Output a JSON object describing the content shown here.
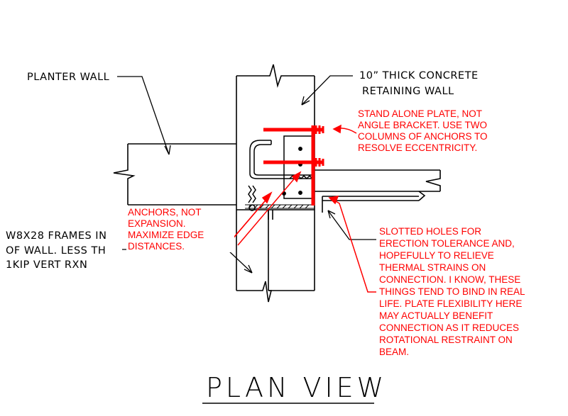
{
  "labels": {
    "planter_wall": "PLANTER WALL",
    "retaining_wall": [
      "10” THICK CONCRETE",
      "RETAINING WALL"
    ],
    "w8x28_note": [
      "W8X28 FRAMES IN",
      "OF WALL. LESS TH",
      "1KIP VERT RXN"
    ]
  },
  "notes": {
    "plate": [
      "STAND ALONE PLATE, NOT",
      "ANGLE BRACKET.  USE TWO",
      "COLUMNS OF ANCHORS TO",
      "RESOLVE ECCENTRICITY."
    ],
    "anchors": [
      "ANCHORS, NOT",
      "EXPANSION.",
      "MAXIMIZE EDGE",
      "DISTANCES."
    ],
    "slotted": [
      "SLOTTED HOLES FOR",
      "ERECTION TOLERANCE AND,",
      "HOPEFULLY TO RELIEVE",
      "THERMAL STRAINS ON",
      "CONNECTION.  I KNOW, THESE",
      "THINGS TEND TO BIND IN REAL",
      "LIFE.  PLATE FLEXIBILITY HERE",
      "MAY ACTUALLY BENEFIT",
      "CONNECTION AS IT REDUCES",
      "ROTATIONAL RESTRAINT ON",
      "BEAM."
    ]
  },
  "title": "PLAN VIEW",
  "colors": {
    "ink": "#000000",
    "markup": "#ff0000"
  }
}
